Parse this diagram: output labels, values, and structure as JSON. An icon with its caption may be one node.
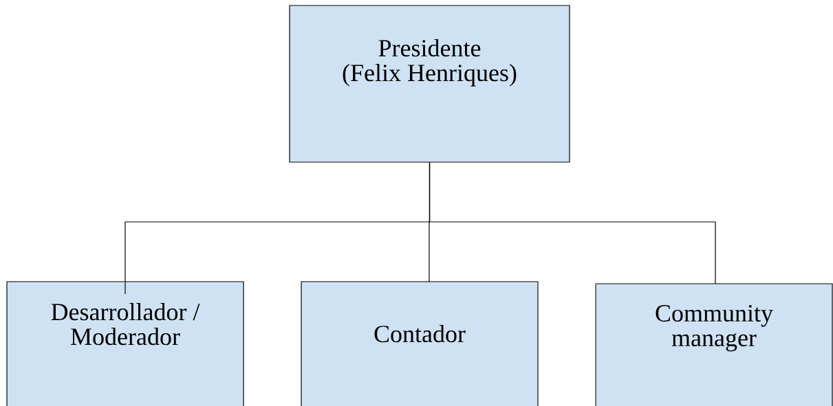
{
  "diagram": {
    "nodes": [
      {
        "text": [
          "Presidente",
          "(Felix Henriques)"
        ]
      },
      {
        "text": [
          "Desarrollador / Moderador"
        ]
      },
      {
        "text": [
          "Contador"
        ]
      },
      {
        "text": [
          "Community manager"
        ]
      }
    ],
    "edges": [
      {
        "from": 0,
        "to": 1,
        "arrow": "none"
      },
      {
        "from": 0,
        "to": 2,
        "arrow": "none"
      },
      {
        "from": 0,
        "to": 3,
        "arrow": "none"
      }
    ]
  }
}
